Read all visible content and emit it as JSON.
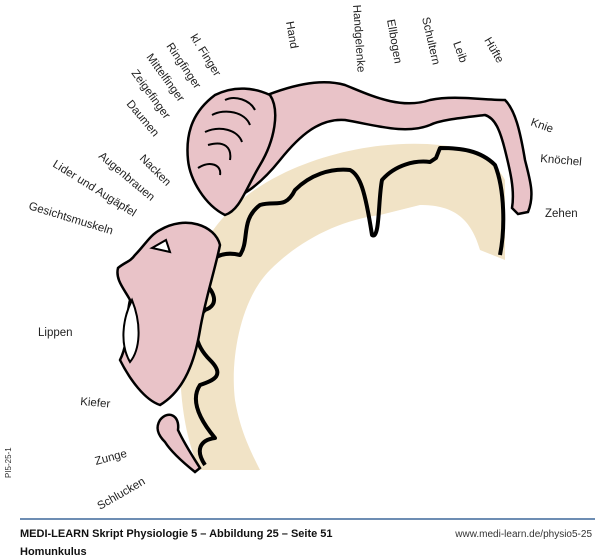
{
  "figure_id": "PI5-25-1",
  "colors": {
    "body": "#e9c3c8",
    "cortex": "#f1e3c6",
    "outline": "#000000",
    "rule": "#6d8db3"
  },
  "labels": {
    "hand": "Hand",
    "handgelenke": "Handgelenke",
    "ellbogen": "Ellbogen",
    "schultern": "Schultern",
    "leib": "Leib",
    "huefte": "Hüfte",
    "knie": "Knie",
    "knoechel": "Knöchel",
    "zehen": "Zehen",
    "kl_finger": "kl. Finger",
    "ringfinger": "Ringfinger",
    "mittelfinger": "Mittelfinger",
    "zeigefinger": "Zeigefinger",
    "daumen": "Daumen",
    "nacken": "Nacken",
    "augenbrauen": "Augenbrauen",
    "lider": "Lider und Augäpfel",
    "gesichtsmuskeln": "Gesichtsmuskeln",
    "lippen": "Lippen",
    "kiefer": "Kiefer",
    "zunge": "Zunge",
    "schlucken": "Schlucken"
  },
  "footer": {
    "title": "MEDI-LEARN Skript Physiologie 5 – Abbildung 25 – Seite 51",
    "subtitle": "Homunkulus",
    "url": "www.medi-learn.de/physio5-25"
  }
}
